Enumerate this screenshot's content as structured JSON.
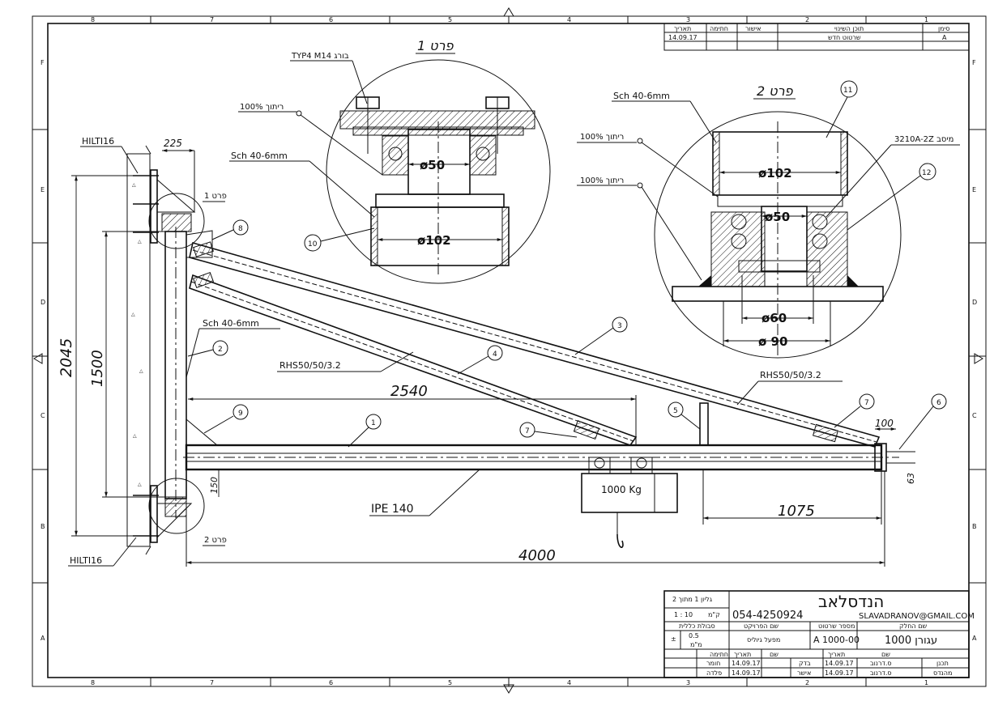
{
  "border": {
    "col_labels": [
      "8",
      "7",
      "6",
      "5",
      "4",
      "3",
      "2",
      "1"
    ],
    "row_labels": [
      "F",
      "E",
      "D",
      "C",
      "B",
      "A"
    ]
  },
  "revision_table": {
    "headers": [
      "סימן",
      "תוכן השינוי",
      "אישור",
      "חתימה",
      "תאריך"
    ],
    "row": [
      "A",
      "שרטוט חדש",
      "",
      "",
      "14.09.17"
    ]
  },
  "detail1": {
    "title": "פרט 1",
    "bolt": "TYP4 M14 בורג",
    "weld": "100% ריתוך",
    "pipe": "Sch 40-6mm",
    "d_inner": "ø50",
    "d_outer": "ø102",
    "callout": "10"
  },
  "detail2": {
    "title": "פרט 2",
    "pipe": "Sch 40-6mm",
    "weld1": "100% ריתוך",
    "weld2": "100% ריתוך",
    "bearing": "3210A-2Z מיסב",
    "d_pipe": "ø102",
    "d_shaft": "ø50",
    "d60": "ø60",
    "d90": "ø 90",
    "callout11": "11",
    "callout12": "12"
  },
  "main": {
    "hilti_top": "HILTI16",
    "hilti_bottom": "HILTI16",
    "dim_225": "225",
    "dim_2045": "2045",
    "dim_1500": "1500",
    "dim_150": "150",
    "dim_2540": "2540",
    "dim_1075": "1075",
    "dim_4000": "4000",
    "dim_100": "100",
    "dim_63": "63",
    "detail1_ref": "פרט 1",
    "detail2_ref": "פרט 2",
    "sch": "Sch 40-6mm",
    "rhs_left": "RHS50/50/3.2",
    "rhs_right": "RHS50/50/3.2",
    "ipe": "IPE 140",
    "load": "1000 Kg",
    "callouts": [
      "1",
      "2",
      "3",
      "4",
      "5",
      "6",
      "7",
      "7",
      "8",
      "9"
    ]
  },
  "title_block": {
    "sheet": "גליון 1 מתוך 2",
    "scale_label": "ק\"מ",
    "scale": "1 : 10",
    "company": "הנדסלאב",
    "phone": "054-4250924",
    "email": "SLAVADRANOV@GMAIL.COM",
    "tolerance_label": "סבולת כללית",
    "tolerance": "0.5",
    "tolerance_pm": "±",
    "tolerance_unit": "מ\"מ",
    "project_label": "שם הפרויקט",
    "project": "מפעל גיוליס",
    "drawing_no_label": "מספר שרטוט",
    "drawing_no": "A 1000-00",
    "part_name_label": "שם החלק",
    "part_name": "1000 עגורן",
    "sign_label": "חתימה",
    "date_label": "תאריך",
    "name_label": "שם",
    "steel": "פלדה",
    "material_label": "חומר",
    "drawn": "תכנן",
    "checked": "בדק",
    "approved": "אישר",
    "engineer": "מהנדס",
    "names": [
      "ס.דרנוב",
      "ס.דרנוב"
    ],
    "date": "14.09.17"
  }
}
